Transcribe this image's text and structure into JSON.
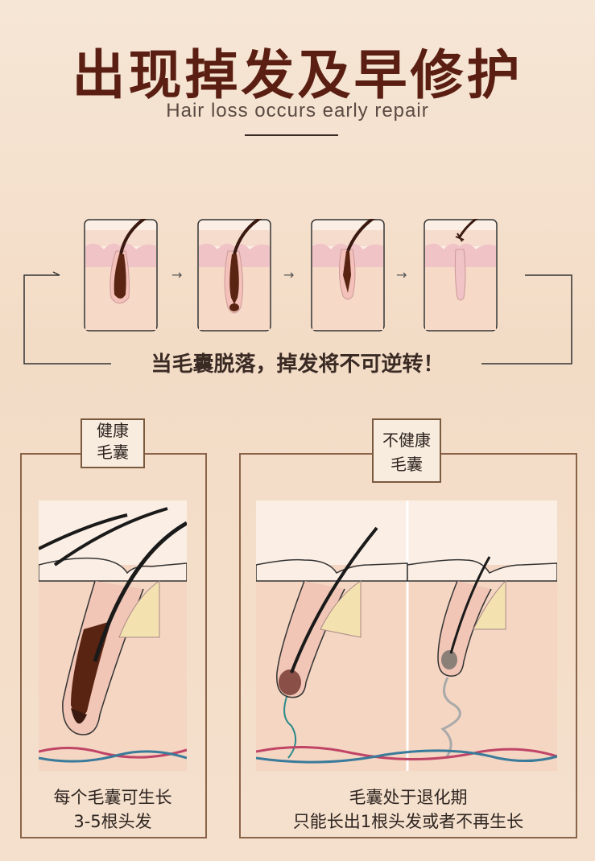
{
  "header": {
    "title": "出现掉发及早修护",
    "subtitle": "Hair loss occurs early repair"
  },
  "stages": {
    "arrow_glyph": "→",
    "warning": "当毛囊脱落，掉发将不可逆转！"
  },
  "healthy": {
    "label_line1": "健康",
    "label_line2": "毛囊",
    "caption_line1": "每个毛囊可生长",
    "caption_line2": "3-5根头发"
  },
  "unhealthy": {
    "label_line1": "不健康",
    "label_line2": "毛囊",
    "caption_line1": "毛囊处于退化期",
    "caption_line2": "只能长出1根头发或者不再生长"
  },
  "colors": {
    "title": "#5a1f12",
    "hair": "#5a2412",
    "skin": "#f2cdbd",
    "frame": "#8a6448"
  }
}
